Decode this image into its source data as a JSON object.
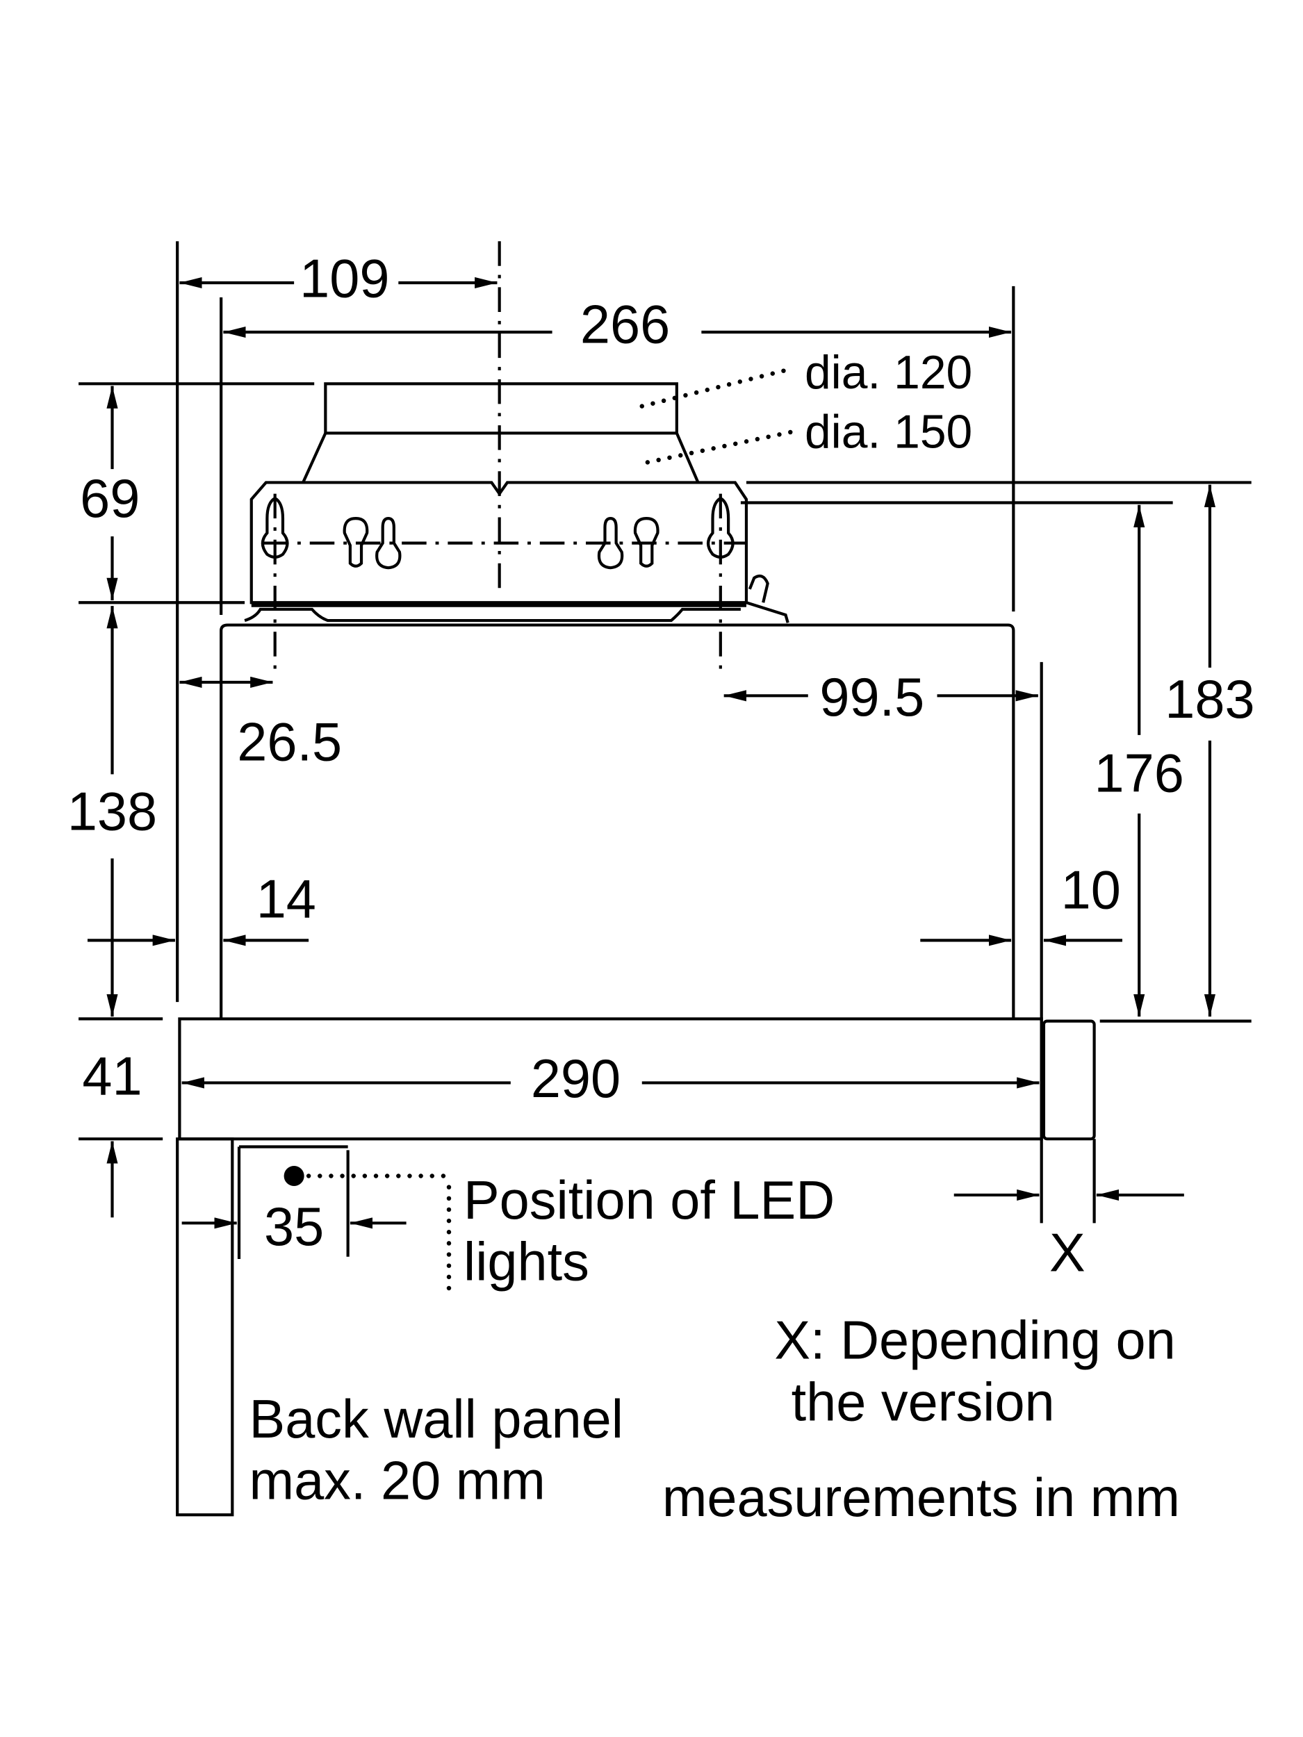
{
  "dimensions": {
    "d109": "109",
    "d266": "266",
    "d69": "69",
    "d138": "138",
    "d41": "41",
    "d26_5": "26.5",
    "d99_5": "99.5",
    "d14": "14",
    "d10": "10",
    "d176": "176",
    "d183": "183",
    "d290": "290",
    "d35": "35",
    "x": "X"
  },
  "labels": {
    "dia120": "dia. 120",
    "dia150": "dia. 150",
    "led_line1": "Position of LED",
    "led_line2": "lights",
    "x_note_line1": "X: Depending on",
    "x_note_line2": "the version",
    "back_wall_line1": "Back wall panel",
    "back_wall_line2": "max. 20 mm",
    "units": "measurements in mm"
  }
}
